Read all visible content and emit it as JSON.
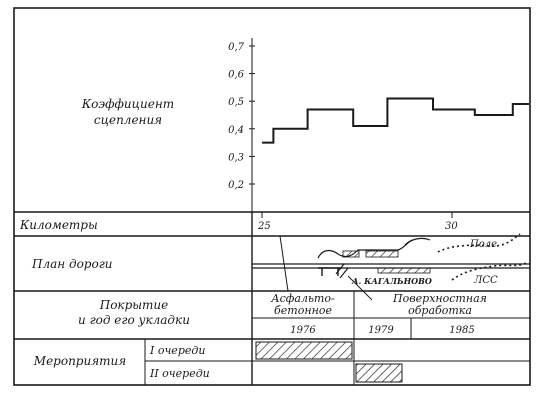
{
  "chart_data": {
    "type": "line",
    "ylabel_lines": [
      "Коэффициент",
      "сцепления"
    ],
    "ylim": [
      0.2,
      0.7
    ],
    "yticks": [
      "0,7",
      "0,6",
      "0,5",
      "0,4",
      "0,3",
      "0,2"
    ],
    "series": [
      {
        "values": [
          {
            "x": 25.0,
            "y": 0.35
          },
          {
            "x": 25.3,
            "y": 0.4
          },
          {
            "x": 26.2,
            "y": 0.47
          },
          {
            "x": 27.4,
            "y": 0.41
          },
          {
            "x": 28.3,
            "y": 0.51
          },
          {
            "x": 29.5,
            "y": 0.47
          },
          {
            "x": 30.6,
            "y": 0.45
          },
          {
            "x": 31.6,
            "y": 0.49
          },
          {
            "x": 32.6,
            "y": 0.49
          }
        ]
      }
    ]
  },
  "rows": {
    "km_label": "Километры",
    "km_ticks": [
      "25",
      "30"
    ],
    "plan_label": "План дороги",
    "plan_labels": {
      "village": "А. КАГАЛЬНОВО",
      "field": "Поле",
      "forest": "ЛСС"
    },
    "cover_label_lines": [
      "Покрытие",
      "и год его укладки"
    ],
    "cover_types": [
      {
        "lines": [
          "Асфальто-",
          "бетонное"
        ],
        "years": [
          "1976"
        ]
      },
      {
        "lines": [
          "Поверхностная",
          "обработка"
        ],
        "years": [
          "1979",
          "1985"
        ]
      }
    ],
    "measures_label": "Мероприятия",
    "stage1": "I очереди",
    "stage2": "II очереди"
  }
}
